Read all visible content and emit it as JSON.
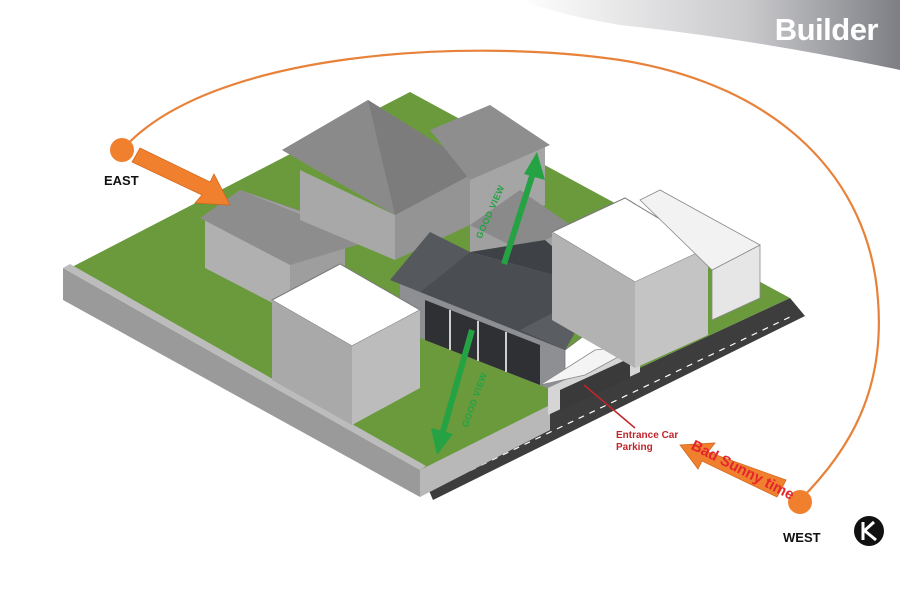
{
  "brand": {
    "logo_text": "Builder"
  },
  "directions": {
    "east": "EAST",
    "west": "WEST"
  },
  "annotations": {
    "good_view_top": "GOOD VIEW",
    "good_view_bottom": "GOOD VIEW",
    "entrance": "Entrance Car Parking",
    "bad_sunny": "Bad Sunny time"
  },
  "colors": {
    "sun_path": "#e8823a",
    "sun": "#f07f2e",
    "arrow": "#f07f2e",
    "good_view": "#25a244",
    "annotation_red": "#c0262c",
    "grass": "#6a9a3c",
    "wall": "#a8a8a8",
    "roof_dark": "#4a4d52",
    "road": "#3a3a3a"
  },
  "icons": {
    "sun_east": "sun-icon",
    "sun_west": "sun-icon",
    "corner_mark": "logo-mark-icon"
  }
}
